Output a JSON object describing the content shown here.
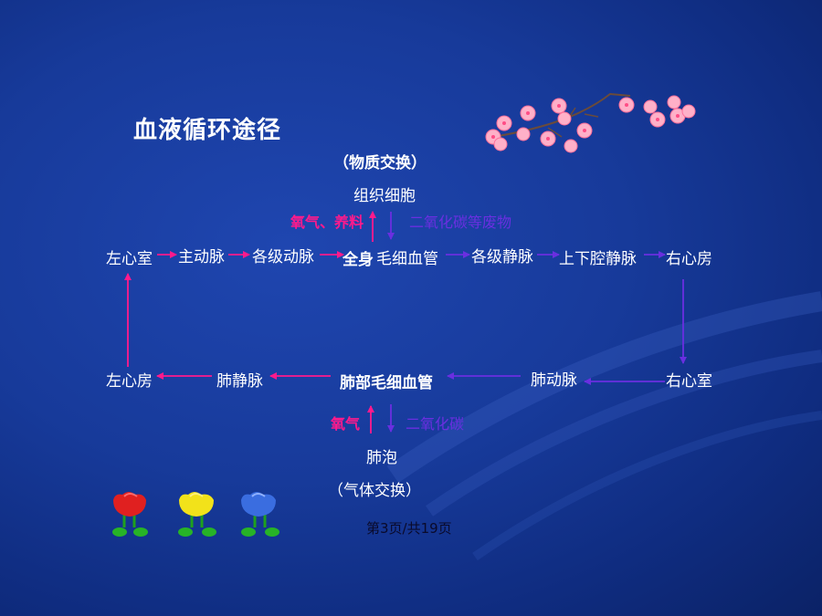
{
  "title": "血液循环途径",
  "subtitle_top": "（物质交换）",
  "subtitle_bottom": "（气体交换）",
  "tissue": "组织细胞",
  "in_tissue_label": "氧气、养料",
  "out_tissue_label": "二氧化碳等废物",
  "body_loop": {
    "left_ventricle": "左心室",
    "aorta": "主动脉",
    "arteries": "各级动脉",
    "body_capillary_a": "全身",
    "body_capillary_b": "毛细血管",
    "veins": "各级静脉",
    "vena_cava": "上下腔静脉",
    "right_atrium": "右心房"
  },
  "lung_loop": {
    "left_atrium": "左心房",
    "pulmonary_vein": "肺静脉",
    "lung_capillary": "肺部毛细血管",
    "pulmonary_artery": "肺动脉",
    "right_ventricle": "右心室"
  },
  "alveoli": "肺泡",
  "in_lung_label": "氧气",
  "out_lung_label": "二氧化碳",
  "footer": "第3页/共19页",
  "colors": {
    "background": "#173a9a",
    "arrow_pink": "#ff1a8c",
    "arrow_purple": "#6a2fe0",
    "text": "#ffffff"
  }
}
